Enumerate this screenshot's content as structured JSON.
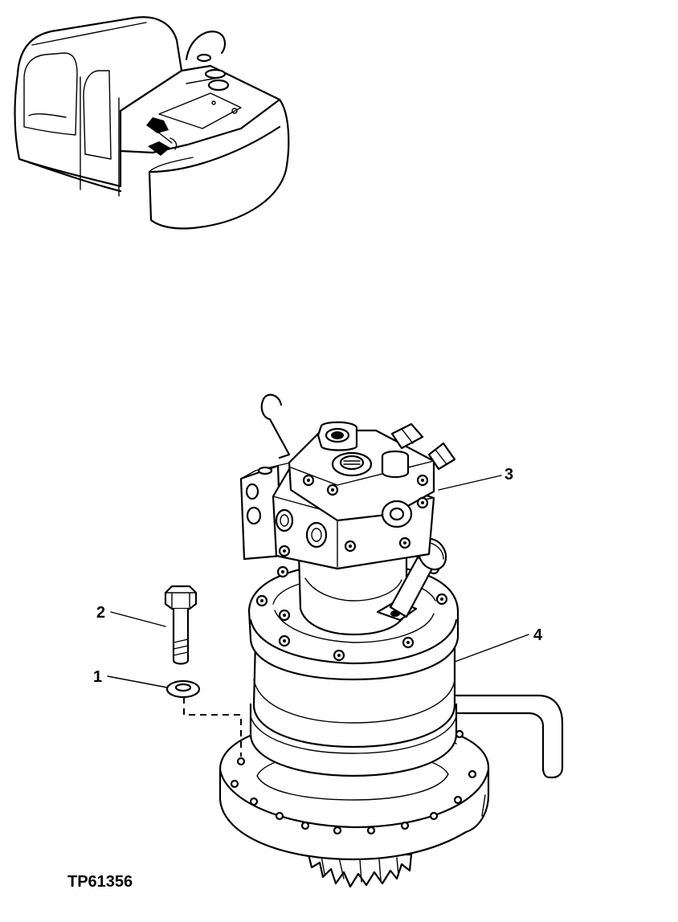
{
  "figure_id": "TP61356",
  "callouts": {
    "c1": "1",
    "c2": "2",
    "c3": "3",
    "c4": "4"
  },
  "colors": {
    "line": "#000000",
    "background": "#ffffff"
  }
}
